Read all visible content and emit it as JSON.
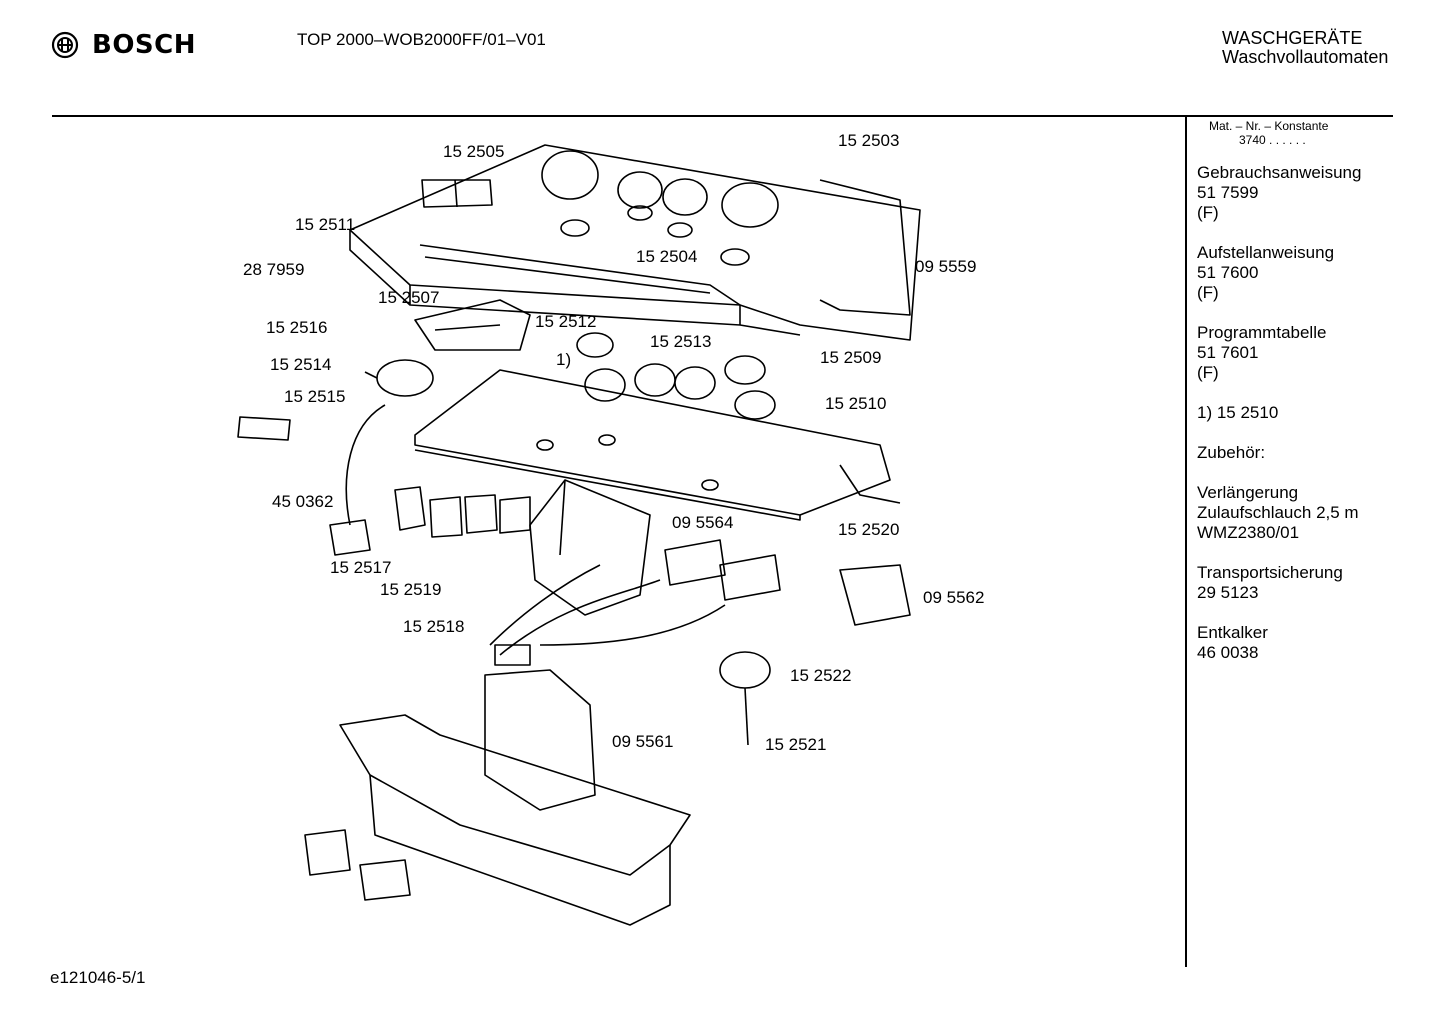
{
  "header": {
    "brand": "BOSCH",
    "model": "TOP 2000–WOB2000FF/01–V01",
    "category_line1": "WASCHGERÄTE",
    "category_line2": "Waschvollautomaten"
  },
  "sidebar": {
    "konstante_label": "Mat. – Nr. – Konstante",
    "konstante_value": "3740 . . . . . .",
    "sections": [
      {
        "lines": [
          "Gebrauchsanweisung",
          "51 7599",
          "(F)"
        ]
      },
      {
        "lines": [
          "Aufstellanweisung",
          "51 7600",
          "(F)"
        ]
      },
      {
        "lines": [
          "Programmtabelle",
          "51 7601",
          "(F)"
        ]
      },
      {
        "lines": [
          "1)  15 2510"
        ]
      },
      {
        "lines": [
          "Zubehör:"
        ]
      },
      {
        "lines": [
          "Verlängerung",
          "Zulaufschlauch 2,5 m",
          "WMZ2380/01"
        ]
      },
      {
        "lines": [
          "Transportsicherung",
          "29 5123"
        ]
      },
      {
        "lines": [
          "Entkalker",
          "46 0038"
        ]
      }
    ]
  },
  "diagram": {
    "part_labels": [
      "15 2505",
      "15 2503",
      "15 2511",
      "15 2504",
      "28 7959",
      "09 5559",
      "15 2507",
      "15 2512",
      "15 2516",
      "15 2513",
      "1)",
      "15 2509",
      "15 2514",
      "15 2515",
      "15 2510",
      "45 0362",
      "09 5564",
      "15 2520",
      "15 2517",
      "15 2519",
      "09 5562",
      "15 2518",
      "15 2522",
      "09 5561",
      "15 2521"
    ]
  },
  "footer": {
    "doc_id": "e121046-5/1"
  },
  "colors": {
    "ink": "#000000",
    "paper": "#ffffff"
  }
}
